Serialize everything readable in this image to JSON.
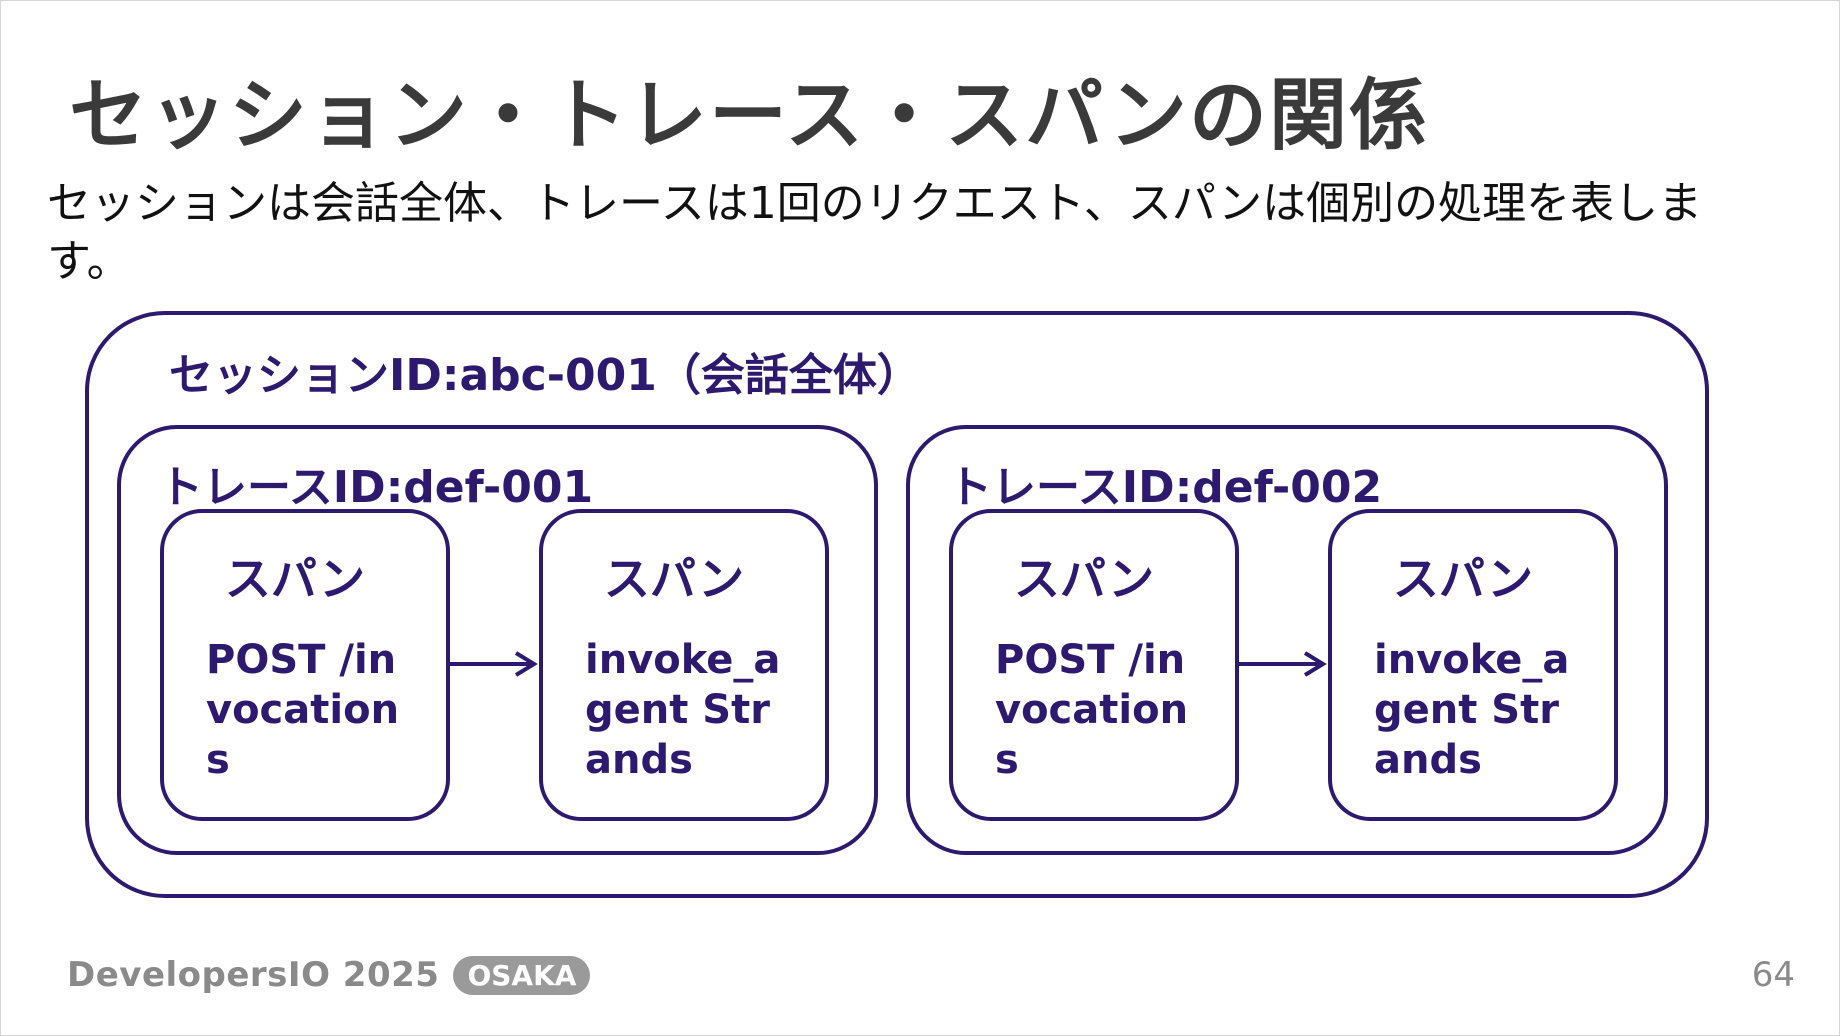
{
  "slide": {
    "title": "セッション・トレース・スパンの関係",
    "lead": "セッションは会話全体、トレースは1回のリクエスト、スパンは個別の処理を表します。"
  },
  "diagram": {
    "session_label": "セッションID:abc-001（会話全体）",
    "traces": [
      {
        "label": "トレースID:def-001",
        "spans": [
          {
            "head": "スパン",
            "body": "POST /invocations"
          },
          {
            "head": "スパン",
            "body": "invoke_agent Strands"
          }
        ]
      },
      {
        "label": "トレースID:def-002",
        "spans": [
          {
            "head": "スパン",
            "body": "POST /invocations"
          },
          {
            "head": "スパン",
            "body": "invoke_agent Strands"
          }
        ]
      }
    ],
    "colors": {
      "stroke": "#2d1a6e",
      "title": "#3a3a3a"
    }
  },
  "footer": {
    "brand": "DevelopersIO 2025",
    "badge": "OSAKA",
    "page": "64"
  }
}
